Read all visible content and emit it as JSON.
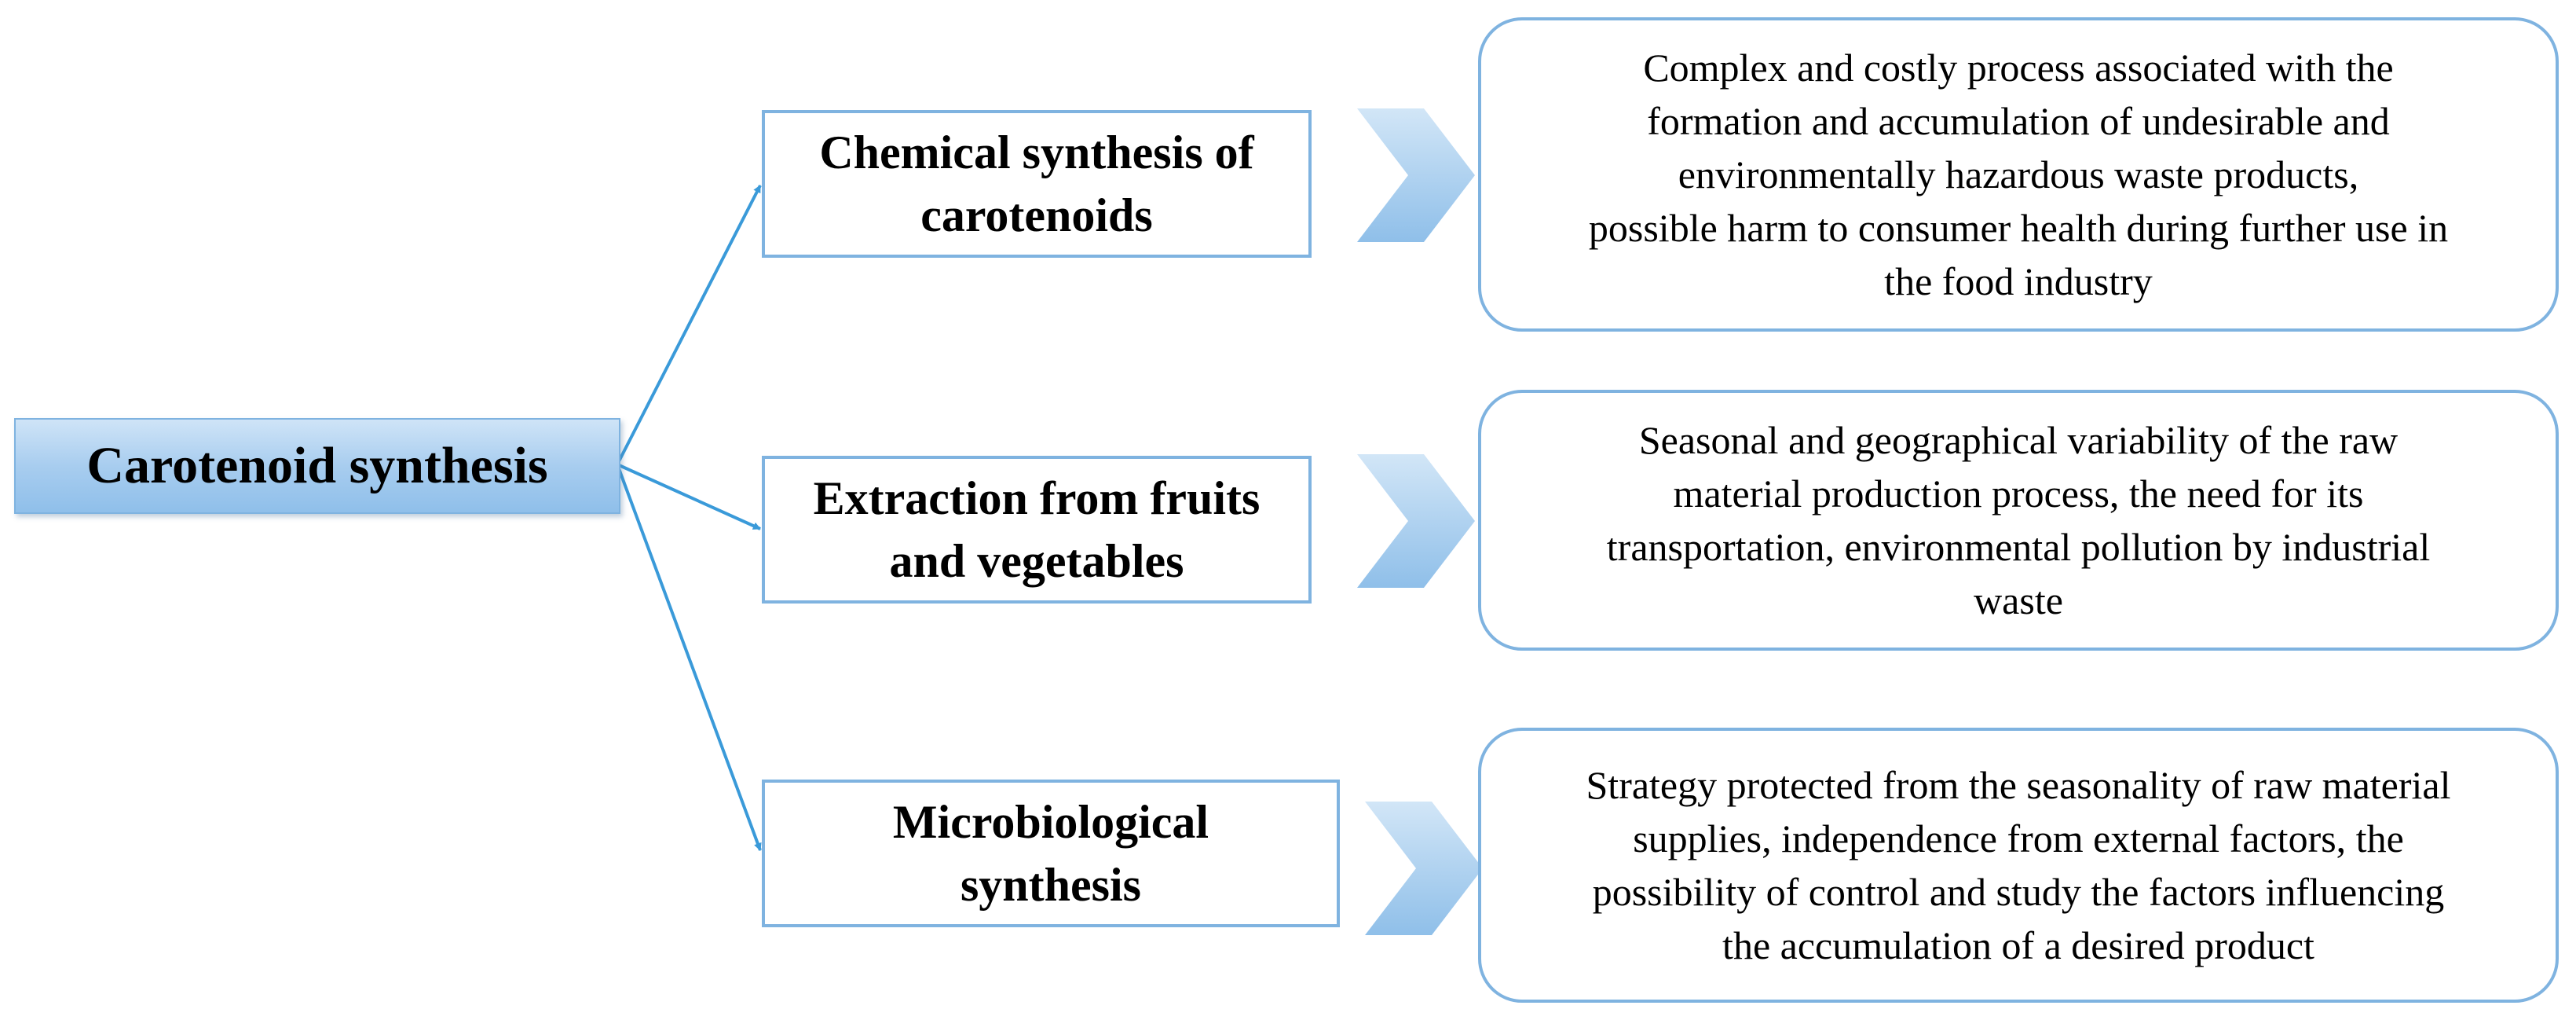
{
  "root": {
    "label": "Carotenoid synthesis"
  },
  "methods": [
    {
      "label_lines": [
        "Chemical synthesis of",
        "carotenoids"
      ],
      "outcome_lines": [
        "Complex and costly process associated with the",
        "formation and accumulation of undesirable and",
        "environmentally hazardous waste products,",
        "possible harm to consumer health during further use in",
        "the food industry"
      ]
    },
    {
      "label_lines": [
        "Extraction from fruits",
        "and vegetables"
      ],
      "outcome_lines": [
        "Seasonal and geographical variability of the raw",
        "material production process, the need for its",
        "transportation, environmental pollution by industrial",
        "waste"
      ]
    },
    {
      "label_lines": [
        "Microbiological",
        "synthesis"
      ],
      "outcome_lines": [
        "Strategy protected from the seasonality of raw material",
        "supplies, independence from external factors, the",
        "possibility of control and study the factors influencing",
        "the accumulation of a desired product"
      ]
    }
  ],
  "colors": {
    "line": "#3a9ad9",
    "border": "#7fb3e0",
    "chevron_light": "#d2e6f7",
    "chevron_dark": "#8fbfe9"
  }
}
